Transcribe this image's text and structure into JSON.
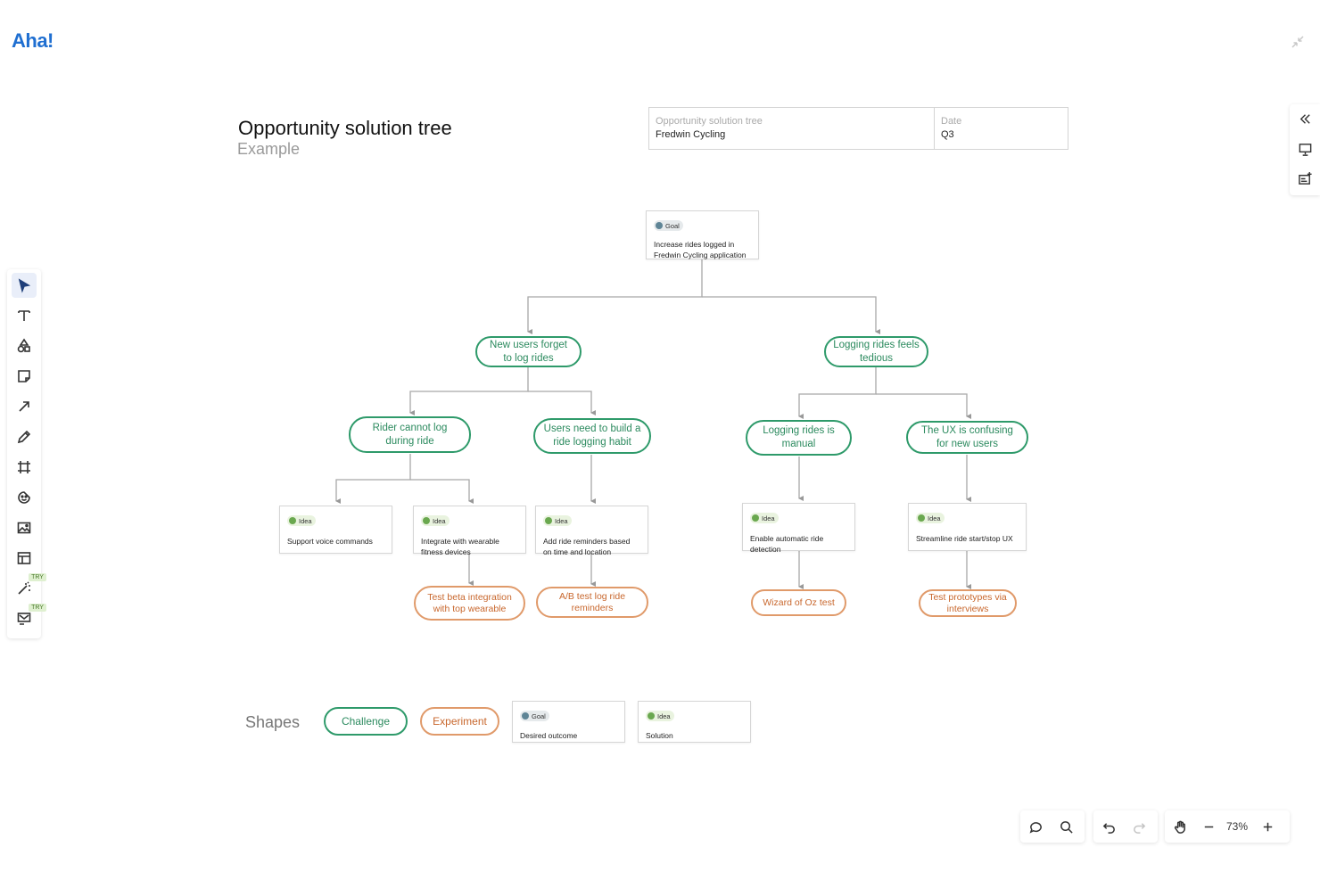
{
  "app": {
    "logo": "Aha!"
  },
  "header": {
    "title": "Opportunity solution tree",
    "subtitle": "Example",
    "info": [
      {
        "label": "Opportunity solution tree",
        "value": "Fredwin Cycling"
      },
      {
        "label": "Date",
        "value": "Q3"
      }
    ]
  },
  "tree": {
    "goal": {
      "tag": "Goal",
      "text": "Increase rides logged in Fredwin Cycling application"
    },
    "challenges_l1": [
      "New users forget to log rides",
      "Logging rides feels tedious"
    ],
    "challenges_l2": [
      "Rider cannot log during ride",
      "Users need to build a ride logging habit",
      "Logging rides is manual",
      "The UX is confusing for new users"
    ],
    "ideas": [
      {
        "tag": "Idea",
        "text": "Support voice commands"
      },
      {
        "tag": "Idea",
        "text": "Integrate with wearable fitness devices"
      },
      {
        "tag": "Idea",
        "text": "Add ride reminders based on time and location"
      },
      {
        "tag": "Idea",
        "text": "Enable automatic ride detection"
      },
      {
        "tag": "Idea",
        "text": "Streamline ride start/stop UX"
      }
    ],
    "experiments": [
      "Test beta integration with top wearable",
      "A/B test log ride reminders",
      "Wizard of Oz test",
      "Test prototypes via interviews"
    ]
  },
  "shapes": {
    "label": "Shapes",
    "challenge": "Challenge",
    "experiment": "Experiment",
    "goal_card": {
      "tag": "Goal",
      "text": "Desired outcome"
    },
    "idea_card": {
      "tag": "Idea",
      "text": "Solution"
    }
  },
  "toolbar_left": {
    "icons": [
      "select-icon",
      "text-icon",
      "shapes-icon",
      "sticky-note-icon",
      "arrow-icon",
      "pen-icon",
      "frame-icon",
      "sticker-icon",
      "image-icon",
      "template-icon",
      "ai-magic-icon",
      "ai-generate-icon"
    ],
    "try_label": "TRY"
  },
  "bottom_toolbar": {
    "zoom": "73%"
  },
  "colors": {
    "challenge": "#2e9a6a",
    "experiment": "#e09a6a",
    "idea": "#6aa84f",
    "goal": "#5f8596",
    "logo": "#1f6fd1"
  }
}
